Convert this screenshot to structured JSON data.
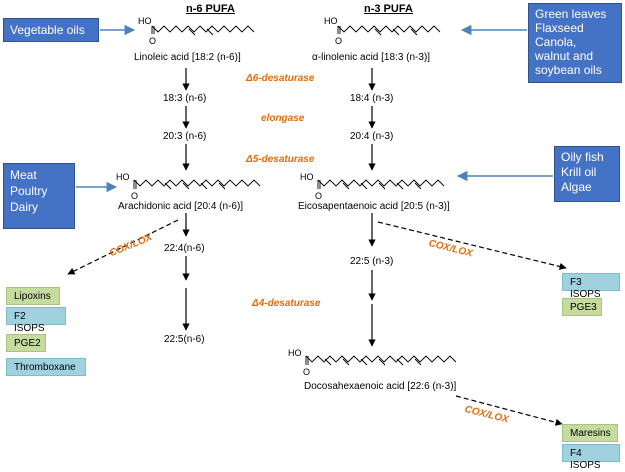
{
  "headers": {
    "n6": "n-6 PUFA",
    "n3": "n-3 PUFA"
  },
  "sources": {
    "vegetable_oils": [
      "Vegetable oils"
    ],
    "green_leaves": [
      "Green leaves",
      "Flaxseed",
      "Canola,",
      "walnut and",
      "soybean oils"
    ],
    "meat": [
      "Meat",
      "Poultry",
      "Dairy"
    ],
    "oily_fish": [
      "Oily fish",
      "Krill oil",
      "Algae"
    ]
  },
  "n6_chain": {
    "linoleic": "Linoleic acid [18:2 (n-6)]",
    "s18_3": "18:3 (n-6)",
    "s20_3": "20:3 (n-6)",
    "arachidonic": "Arachidonic acid [20:4 (n-6)]",
    "s22_4": "22:4(n-6)",
    "s22_5": "22:5(n-6)"
  },
  "n3_chain": {
    "alinolenic": "α-linolenic acid [18:3 (n-3)]",
    "s18_4": "18:4 (n-3)",
    "s20_4": "20:4 (n-3)",
    "epa": "Eicosapentaenoic acid [20:5 (n-3)]",
    "s22_5": "22:5 (n-3)",
    "dha": "Docosahexaenoic acid [22:6 (n-3)]"
  },
  "enzymes": {
    "d6": "Δ6-desaturase",
    "elongase": "elongase",
    "d5": "Δ5-desaturase",
    "d4": "Δ4-desaturase",
    "coxlox": "COX/LOX"
  },
  "products_n6": {
    "lipoxins": "Lipoxins",
    "f2isops": "F2 ISOPS",
    "pge2": "PGE2",
    "thromboxane": "Thromboxane"
  },
  "products_n3_epa": {
    "f3isops": "F3 ISOPS",
    "pge3": "PGE3"
  },
  "products_n3_dha": {
    "maresins": "Maresins",
    "f4isops": "F4 ISOPS"
  },
  "chem": {
    "ho": "HO",
    "o": "O"
  },
  "colors": {
    "source_box": "#4472c4",
    "enzyme_text": "#e36c0a",
    "product_green": "#c5dba0",
    "product_blue": "#9fd2de",
    "arrow_source": "#4f81bd"
  }
}
